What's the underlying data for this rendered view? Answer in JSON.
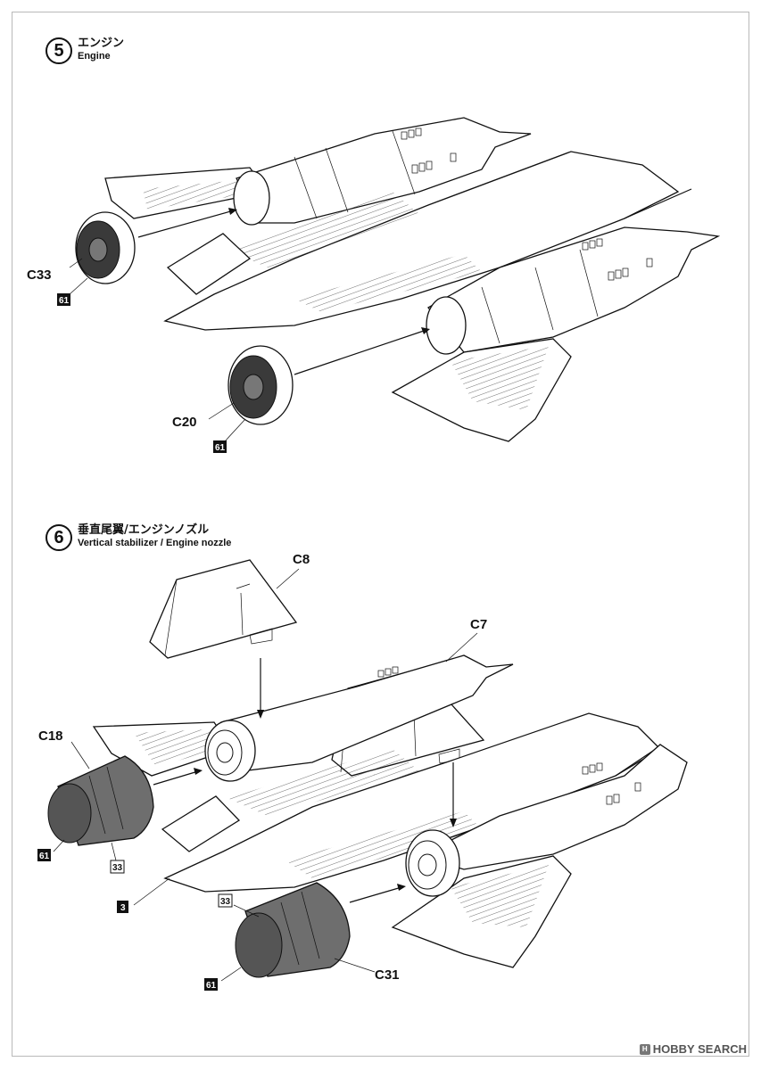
{
  "steps": [
    {
      "number": "5",
      "title_ja": "エンジン",
      "title_en": "Engine",
      "parts": [
        {
          "label": "C33",
          "paint": "61"
        },
        {
          "label": "C20",
          "paint": "61"
        }
      ]
    },
    {
      "number": "6",
      "title_ja": "垂直尾翼/エンジンノズル",
      "title_en": "Vertical stabilizer / Engine nozzle",
      "parts": [
        {
          "label": "C8"
        },
        {
          "label": "C7"
        },
        {
          "label": "C18",
          "paints": [
            "61",
            "33"
          ]
        },
        {
          "label": "C31",
          "paints": [
            "33",
            "61"
          ]
        },
        {
          "label": "",
          "paint": "3"
        }
      ]
    }
  ],
  "watermark": {
    "brand": "HOBBY SEARCH",
    "icon": "hobby-search-logo-icon"
  },
  "colors": {
    "line": "#111111",
    "nozzle_fill": "#6e6e6e",
    "paper": "#ffffff"
  }
}
